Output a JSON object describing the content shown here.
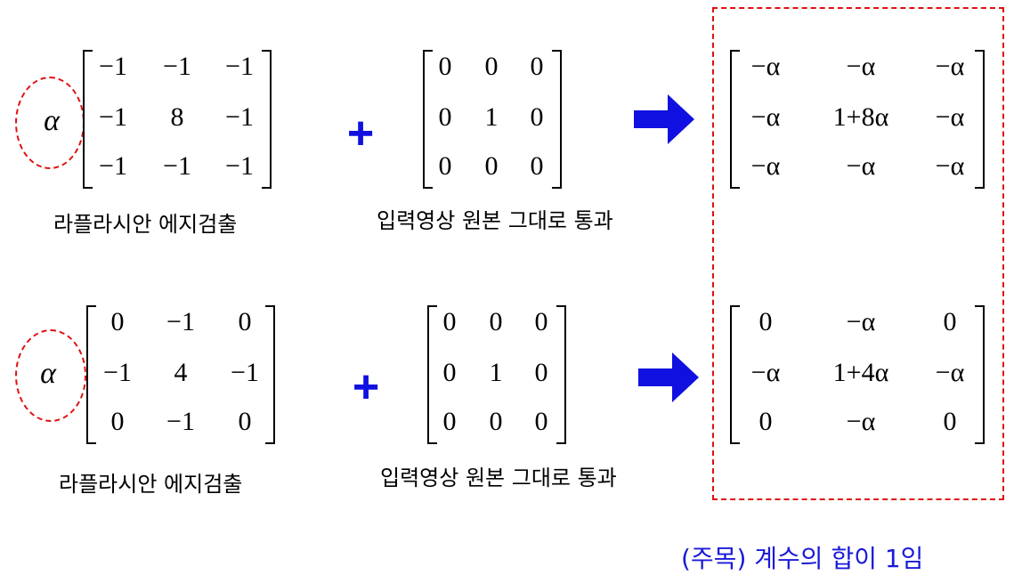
{
  "alpha_symbol": "α",
  "plus_symbol": "+",
  "rows": [
    {
      "laplacian": [
        [
          "−1",
          "−1",
          "−1"
        ],
        [
          "−1",
          "8",
          "−1"
        ],
        [
          "−1",
          "−1",
          "−1"
        ]
      ],
      "identity": [
        [
          "0",
          "0",
          "0"
        ],
        [
          "0",
          "1",
          "0"
        ],
        [
          "0",
          "0",
          "0"
        ]
      ],
      "result": [
        [
          "−α",
          "−α",
          "−α"
        ],
        [
          "−α",
          "1+8α",
          "−α"
        ],
        [
          "−α",
          "−α",
          "−α"
        ]
      ],
      "laplacian_caption": "라플라시안 에지검출",
      "identity_caption": "입력영상 원본 그대로 통과"
    },
    {
      "laplacian": [
        [
          "0",
          "−1",
          "0"
        ],
        [
          "−1",
          "4",
          "−1"
        ],
        [
          "0",
          "−1",
          "0"
        ]
      ],
      "identity": [
        [
          "0",
          "0",
          "0"
        ],
        [
          "0",
          "1",
          "0"
        ],
        [
          "0",
          "0",
          "0"
        ]
      ],
      "result": [
        [
          "0",
          "−α",
          "0"
        ],
        [
          "−α",
          "1+4α",
          "−α"
        ],
        [
          "0",
          "−α",
          "0"
        ]
      ],
      "laplacian_caption": "라플라시안 에지검출",
      "identity_caption": "입력영상 원본 그대로 통과"
    }
  ],
  "note": "(주목) 계수의 합이 1임",
  "colors": {
    "arrow": "#1010e0",
    "plus": "#1010e0",
    "dashed": "#e01010",
    "note": "#1a1ad8"
  },
  "icons": {
    "arrow": "right-arrow-icon"
  }
}
